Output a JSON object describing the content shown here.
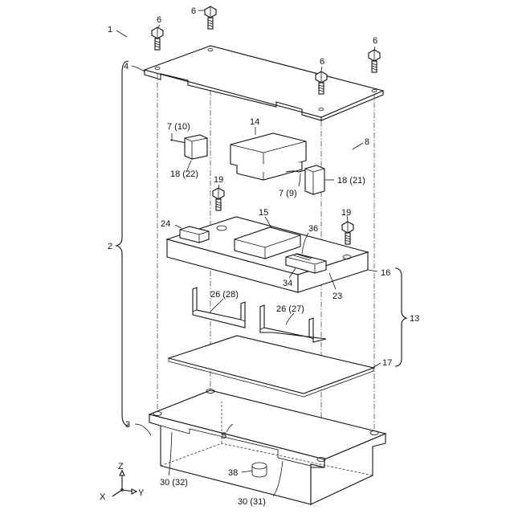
{
  "labels": {
    "l1": "1",
    "l2": "2",
    "l3": "3",
    "l4": "4",
    "l5": "5",
    "l6a": "6",
    "l6b": "6",
    "l6c": "6",
    "l6d": "6",
    "l7_10": "7 (10)",
    "l7_9": "7 (9)",
    "l8": "8",
    "l13": "13",
    "l14": "14",
    "l15": "15",
    "l16": "16",
    "l17": "17",
    "l18_22": "18 (22)",
    "l18_21": "18 (21)",
    "l19a": "19",
    "l19b": "19",
    "l23": "23",
    "l24": "24",
    "l26_28": "26 (28)",
    "l26_27": "26 (27)",
    "l30_32": "30 (32)",
    "l30_31": "30 (31)",
    "l34": "34",
    "l36": "36",
    "l38": "38"
  },
  "axes": {
    "z": "Z",
    "x": "X",
    "y": "Y"
  }
}
